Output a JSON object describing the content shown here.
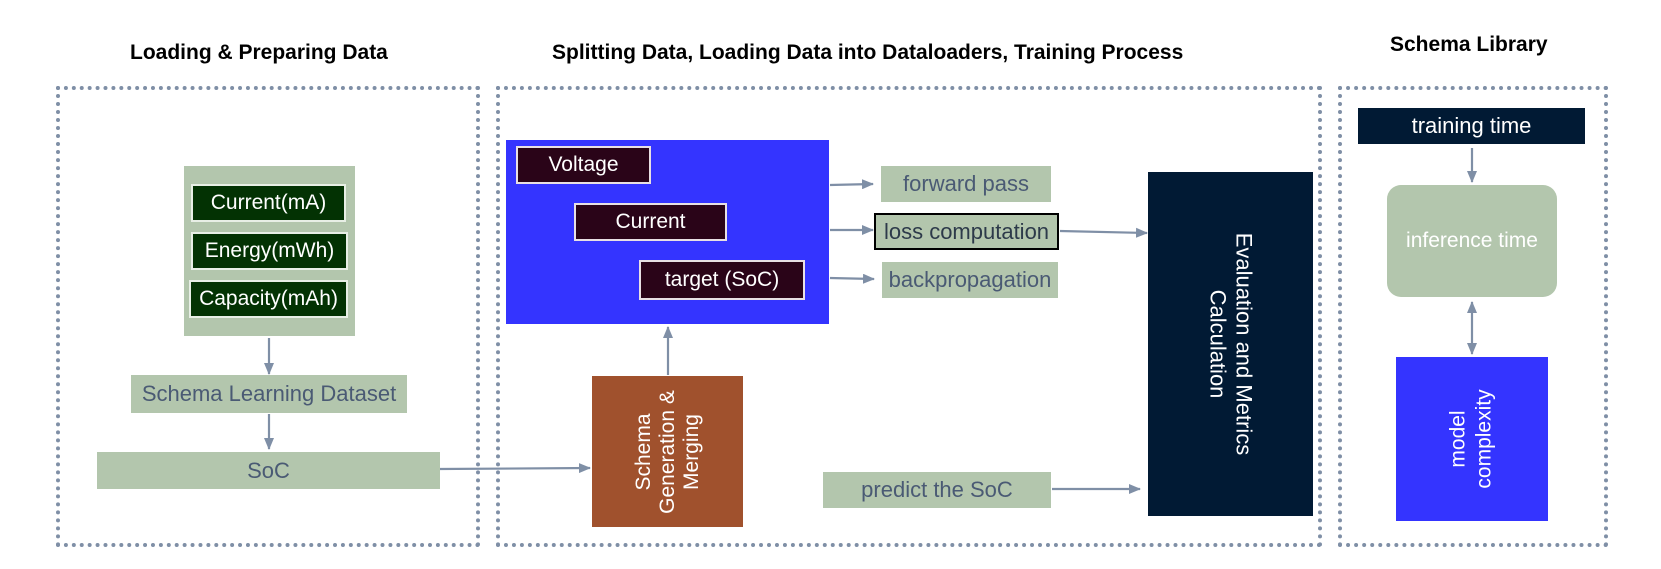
{
  "titles": {
    "loading": "Loading & Preparing Data",
    "splitting": "Splitting Data, Loading Data into Dataloaders, Training Process",
    "library": "Schema Library"
  },
  "loading": {
    "features": [
      "Current(mA)",
      "Energy(mWh)",
      "Capacity(mAh)"
    ],
    "dataset": "Schema Learning Dataset",
    "soc": "SoC"
  },
  "training": {
    "voltage": "Voltage",
    "current": "Current",
    "target": "target (SoC)",
    "schema_gen_lines": [
      "Schema",
      "Generation &",
      "Merging"
    ],
    "forward": "forward pass",
    "loss": "loss computation",
    "backprop": "backpropagation",
    "predict": "predict the SoC",
    "eval_lines": [
      "Evaluation and Metrics",
      "Calculation"
    ]
  },
  "library": {
    "training_time": "training time",
    "inference_time": "inference time",
    "complexity_lines": [
      "model",
      "complexity"
    ]
  },
  "colors": {
    "green_box": "#b3c6ad",
    "green_text": "#4a5a74",
    "dark_green": "#033203",
    "maroon": "#2a0418",
    "blue": "#3434ff",
    "navy": "#011a34",
    "brown": "#a0512d",
    "arrow": "#7f8fa6"
  }
}
